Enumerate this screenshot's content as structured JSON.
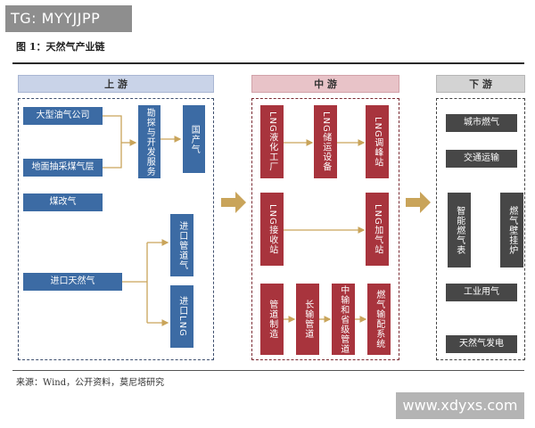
{
  "watermarks": {
    "top_left": "TG: MYYJJPP",
    "bottom_right": "www.xdyxs.com"
  },
  "figure": {
    "title": "图 1：天然气产业链",
    "source": "来源：Wind，公开资料，莫尼塔研究"
  },
  "sections": {
    "upstream": "上  游",
    "midstream": "中  游",
    "downstream": "下  游"
  },
  "upstream": {
    "large_oil_gas_company": "大型油气公司",
    "coalbed_methane": "地面抽采煤气层",
    "exploration_services": "勘探与开发服务",
    "domestic_gas": "国产气",
    "coal_to_gas": "煤改气",
    "imported_gas": "进口天然气",
    "imported_pipeline_gas": "进口管道气",
    "imported_lng": "进口LNG"
  },
  "midstream": {
    "lng_liquefaction": "LNG液化工厂",
    "lng_storage": "LNG储运设备",
    "lng_peak_shaving": "LNG调峰站",
    "lng_receiving": "LNG接收站",
    "lng_filling": "LNG加气站",
    "pipeline_manufacturing": "管道制造",
    "long_pipeline": "长输管道",
    "trunk_provincial_pipeline": "中输和省级管道",
    "gas_distribution_system": "燃气输配系统"
  },
  "downstream": {
    "city_gas": "城市燃气",
    "transportation": "交通运输",
    "smart_gas_meter": "智能燃气表",
    "wall_hung_boiler": "燃气壁挂炉",
    "industrial_gas": "工业用气",
    "gas_power": "天然气发电"
  },
  "colors": {
    "upstream_node": "#3c6ba4",
    "midstream_node": "#a8343d",
    "downstream_node": "#474747",
    "connector": "#c9a45a"
  }
}
